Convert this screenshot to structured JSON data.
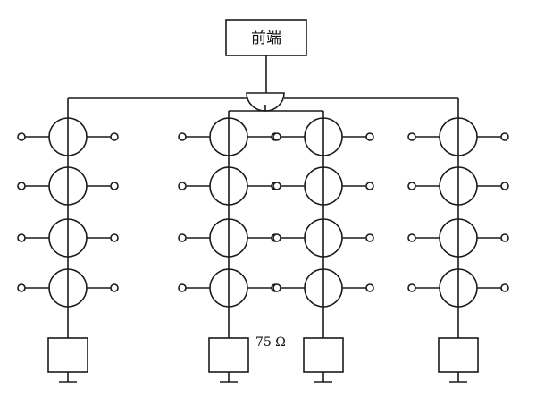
{
  "headend": {
    "label": "前端"
  },
  "impedance_label": "75 Ω",
  "branch_count": 4,
  "taps_per_branch": 4
}
